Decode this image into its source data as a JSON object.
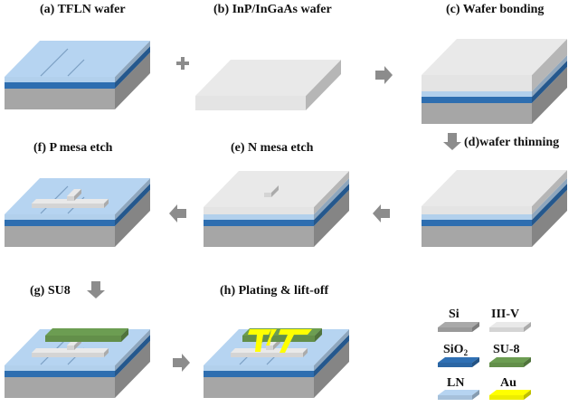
{
  "figure": {
    "steps": [
      {
        "id": "a",
        "label": "(a) TFLN wafer"
      },
      {
        "id": "b",
        "label": "(b) InP/InGaAs wafer"
      },
      {
        "id": "c",
        "label": "(c) Wafer bonding"
      },
      {
        "id": "d",
        "label": "(d)wafer thinning"
      },
      {
        "id": "e",
        "label": "(e) N mesa etch"
      },
      {
        "id": "f",
        "label": "(f) P mesa etch"
      },
      {
        "id": "g",
        "label": "(g) SU8"
      },
      {
        "id": "h",
        "label": "(h) Plating & lift-off"
      }
    ],
    "connectors": [
      {
        "from": "a",
        "to": "b",
        "icon": "plus-icon"
      },
      {
        "from": "b",
        "to": "c",
        "icon": "arrow-right-icon"
      },
      {
        "from": "c",
        "to": "d",
        "icon": "arrow-down-icon"
      },
      {
        "from": "d",
        "to": "e",
        "icon": "arrow-left-icon"
      },
      {
        "from": "e",
        "to": "f",
        "icon": "arrow-left-icon"
      },
      {
        "from": "f",
        "to": "g",
        "icon": "arrow-down-icon"
      },
      {
        "from": "g",
        "to": "h",
        "icon": "arrow-right-icon"
      }
    ]
  },
  "legend": {
    "items": [
      {
        "name": "Si",
        "color": "#a6a6a6"
      },
      {
        "name": "III-V",
        "color": "#e4e4e4"
      },
      {
        "name": "SiO",
        "sub": "2",
        "color": "#2e6eb0"
      },
      {
        "name": "SU-8",
        "color": "#6a9a50"
      },
      {
        "name": "LN",
        "color": "#b2d0ec"
      },
      {
        "name": "Au",
        "color": "#ffff00"
      }
    ]
  },
  "colors": {
    "si": "#a6a6a6",
    "sio2": "#2e6eb0",
    "ln": "#b2d0ec",
    "iii_v": "#e4e4e4",
    "su8": "#6a9a50",
    "au": "#ffff00",
    "arrow": "#8c8c8c"
  }
}
